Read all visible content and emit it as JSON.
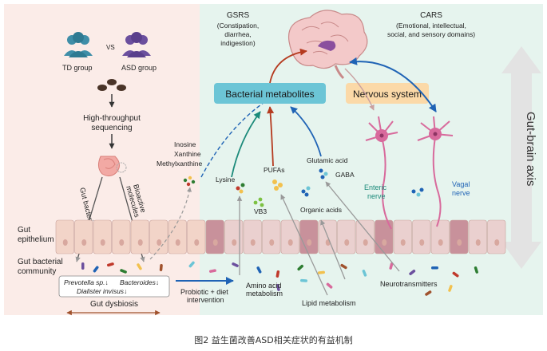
{
  "labels": {
    "td_group": "TD group",
    "vs": "VS",
    "asd_group": "ASD group",
    "high_throughput_1": "High-throughput",
    "high_throughput_2": "sequencing",
    "gut_bacteria": "Gut bacteria",
    "bioactive_1": "Bioactive",
    "bioactive_2": "molecules",
    "gut_epithelium_1": "Gut",
    "gut_epithelium_2": "epithelium",
    "gut_community_1": "Gut bacterial",
    "gut_community_2": "community",
    "prevotella": "Prevotella sp.↓",
    "bacteroides": "Bacteroides↓",
    "dialister": "Dialister invisus↓",
    "gut_dysbiosis": "Gut  dysbiosis",
    "inosine": "Inosine",
    "xanthine": "Xanthine",
    "methylxanthine": "Methylxanthine",
    "gsrs_title": "GSRS",
    "gsrs_1": "(Constipation,",
    "gsrs_2": "diarrhea,",
    "gsrs_3": "indigestion)",
    "cars_title": "CARS",
    "cars_1": "(Emotional, intellectual,",
    "cars_2": "social, and sensory domains)",
    "bacterial_metabolites": "Bacterial metabolites",
    "nervous_system": "Nervous system",
    "gut_brain_axis": "Gut-brain axis",
    "lysine": "Lysine",
    "pufas": "PUFAs",
    "vb3": "VB3",
    "glutamic_acid": "Glutamic acid",
    "gaba": "GABA",
    "organic_acids": "Organic acids",
    "enteric_1": "Enteric",
    "enteric_2": "nerve",
    "vagal_1": "Vagal",
    "vagal_2": "nerve",
    "probiotic_1": "Probiotic + diet",
    "probiotic_2": "intervention",
    "amino_1": "Amino acid",
    "amino_2": "metabolism",
    "lipid": "Lipid metabolism",
    "neurotransmitters": "Neurotransmitters",
    "caption": "图2  益生菌改善ASD相关症状的有益机制"
  },
  "colors": {
    "left_bg": "#fbece8",
    "right_bg": "#e6f4ee",
    "teal_group": "#3f8ea8",
    "purple_group": "#6b4f9e",
    "metabolites_box": "#6cc5d6",
    "nervous_box": "#fbd9a8",
    "red_arrow": "#b53a1f",
    "teal_arrow": "#1b8a7a",
    "blue_arrow": "#1f63b5",
    "neuron": "#d86a9c"
  },
  "icons": [
    "person-group-icon",
    "poop-icon",
    "intestine-icon",
    "brain-icon",
    "neuron-icon",
    "bacteria-icon"
  ]
}
